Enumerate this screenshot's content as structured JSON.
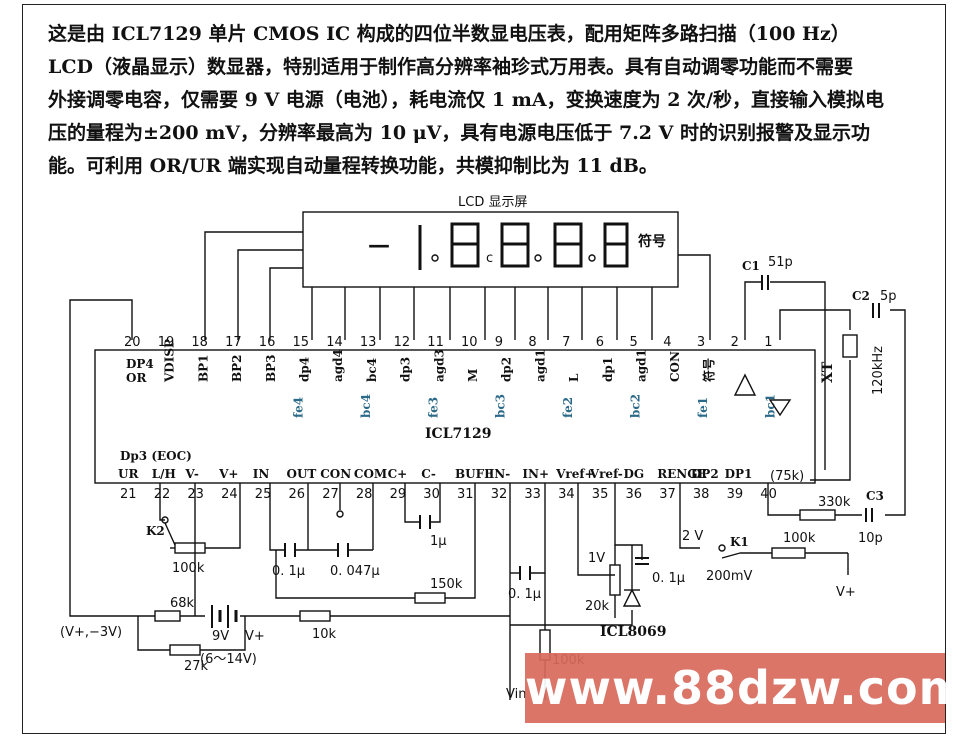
{
  "description": [
    "这是由 ICL7129 单片 CMOS IC 构成的四位半数显电压表，配用矩阵多路扫描（100 Hz）",
    "LCD（液晶显示）数显器，特别适用于制作高分辨率袖珍式万用表。具有自动调零功能而不需要",
    "外接调零电容，仅需要 9 V 电源（电池），耗电流仅 1 mA，变换速度为 2 次/秒，直接输入模拟电",
    "压的量程为±200 mV，分辨率最高为 10 μV，具有电源电压低于 7.2 V 时的识别报警及显示功",
    "能。可利用 OR/UR 端实现自动量程转换功能，共模抑制比为 11 dB。"
  ],
  "lcd": {
    "title": "LCD 显示屏",
    "sign": "—",
    "symbol_label": "符号"
  },
  "chip": {
    "name": "ICL7129",
    "top_pins": [
      {
        "num": "20",
        "sig": "DP4\nOR"
      },
      {
        "num": "19",
        "sig": "VDISP"
      },
      {
        "num": "18",
        "sig": "BP1"
      },
      {
        "num": "17",
        "sig": "BP2"
      },
      {
        "num": "16",
        "sig": "BP3"
      },
      {
        "num": "15",
        "sig": "dp4"
      },
      {
        "num": "14",
        "sig": "agd4"
      },
      {
        "num": "13",
        "sig": "bc4"
      },
      {
        "num": "12",
        "sig": "dp3"
      },
      {
        "num": "11",
        "sig": "agd3"
      },
      {
        "num": "10",
        "sig": "M"
      },
      {
        "num": "9",
        "sig": "dp2"
      },
      {
        "num": "8",
        "sig": "agd1"
      },
      {
        "num": "7",
        "sig": "L"
      },
      {
        "num": "6",
        "sig": "dp1"
      },
      {
        "num": "5",
        "sig": "agd1"
      },
      {
        "num": "4",
        "sig": "CON"
      },
      {
        "num": "3",
        "sig": "符号"
      },
      {
        "num": "2",
        "sig": ""
      },
      {
        "num": "1",
        "sig": ""
      }
    ],
    "inner_low_labels": [
      "fe4",
      "bc4",
      "fe3",
      "bc3",
      "fe2",
      "bc2",
      "fe1",
      "bc1"
    ],
    "bottom_pins": [
      {
        "num": "21",
        "sig": "UR"
      },
      {
        "num": "22",
        "sig": "L/H"
      },
      {
        "num": "23",
        "sig": "V-"
      },
      {
        "num": "24",
        "sig": "V+"
      },
      {
        "num": "25",
        "sig": "IN"
      },
      {
        "num": "26",
        "sig": "OUT"
      },
      {
        "num": "27",
        "sig": "CON"
      },
      {
        "num": "28",
        "sig": "COM"
      },
      {
        "num": "29",
        "sig": "C+"
      },
      {
        "num": "30",
        "sig": "C-"
      },
      {
        "num": "31",
        "sig": "BUFF"
      },
      {
        "num": "32",
        "sig": "IN-"
      },
      {
        "num": "33",
        "sig": "IN+"
      },
      {
        "num": "34",
        "sig": "Vref+"
      },
      {
        "num": "35",
        "sig": "Vref-"
      },
      {
        "num": "36",
        "sig": "DG"
      },
      {
        "num": "37",
        "sig": "RENGE"
      },
      {
        "num": "38",
        "sig": "DP2"
      },
      {
        "num": "39",
        "sig": "DP1"
      },
      {
        "num": "40",
        "sig": ""
      }
    ],
    "dp3_label": "Dp3 (EOC)"
  },
  "components": {
    "c1": "C1",
    "c1_val": "51p",
    "c2": "C2",
    "c2_val": "5p",
    "c3": "C3",
    "c3_val": "10p",
    "xt": "XT",
    "xt_freq": "120kHz",
    "r75": "(75k)",
    "r330": "330k",
    "r100_k1": "100k",
    "k1": "K1",
    "k1_2v": "2 V",
    "k1_200mv": "200mV",
    "vplus_right": "V+",
    "k2": "K2",
    "r100_k2": "100k",
    "c01": "0. 1μ",
    "c0047": "0. 047μ",
    "c1u": "1μ",
    "r150": "150k",
    "c01b": "0. 1μ",
    "r1v": "1V",
    "c01c": "0. 1μ",
    "r20": "20k",
    "icl8069": "ICL8069",
    "r68": "68k",
    "batt": "9V",
    "vplus_batt": "V+",
    "r10": "10k",
    "r27": "27k",
    "range": "(6～14V)",
    "vm3": "(V+,−3V)",
    "r100_in": "100k",
    "vin": "Vin"
  },
  "watermark": "www.88dzw.com"
}
